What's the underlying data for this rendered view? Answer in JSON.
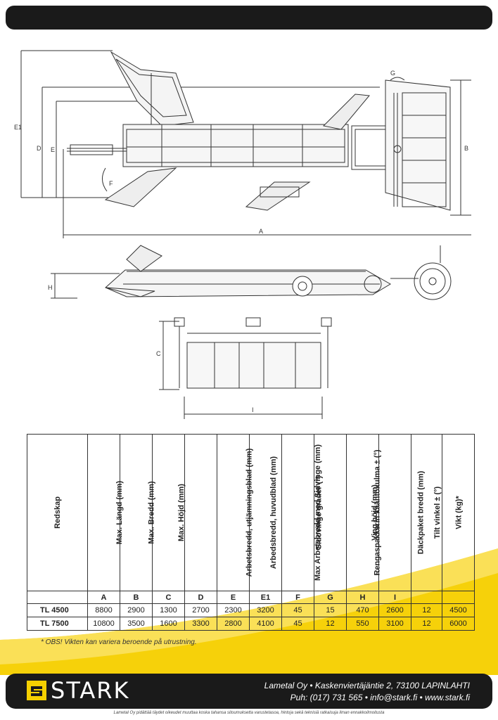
{
  "dimension_labels": {
    "A": "A",
    "B": "B",
    "C": "C",
    "D": "D",
    "E": "E",
    "E1": "E1",
    "F": "F",
    "G": "G",
    "H": "H",
    "I": "I"
  },
  "table": {
    "headers": [
      "Redskap",
      "Max. Längd (mm)",
      "Max. Bredd (mm)",
      "Max. Höjd (mm)",
      "Arbetsbredd, utjämningsblad  (mm)",
      "Arbedsbredd, huvudblad (mm)",
      "Max Arbetsbredd med Sidvinge (mm)",
      "Sidovinge grader (°)",
      "Rengaspakkerin kääntökulma ± (°)",
      "Ving höjd (mm)",
      "Däckpaket bredd (mm)",
      "Tilt vinkel  ± (°)",
      "Vikt (kg)*"
    ],
    "letters": [
      "",
      "A",
      "B",
      "C",
      "D",
      "E",
      "E1",
      "F",
      "G",
      "H",
      "I",
      "",
      ""
    ],
    "rows": [
      [
        "TL 4500",
        "8800",
        "2900",
        "1300",
        "2700",
        "2300",
        "3200",
        "45",
        "15",
        "470",
        "2600",
        "12",
        "4500"
      ],
      [
        "TL 7500",
        "10800",
        "3500",
        "1600",
        "3300",
        "2800",
        "4100",
        "45",
        "12",
        "550",
        "3100",
        "12",
        "6000"
      ]
    ]
  },
  "note": "* OBS! Vikten kan variera beroende på utrustning.",
  "footer": {
    "brand": "STARK",
    "address": "Lametal Oy  • Kaskenviertäjäntie 2, 73100 LAPINLAHTI",
    "contact": "Puh: (017) 731 565 • info@stark.fi • www.stark.fi",
    "disclaimer": "Lametal Oy pidättää täydet oikeudet muuttaa koska tahansa sitoumuksetta varustetasoa, hintoja sekä teknisiä ratkaisuja ilman ennakkoilmoitusta"
  },
  "colors": {
    "bar": "#1a1a1a",
    "accent_yellow": "#f5d000"
  }
}
